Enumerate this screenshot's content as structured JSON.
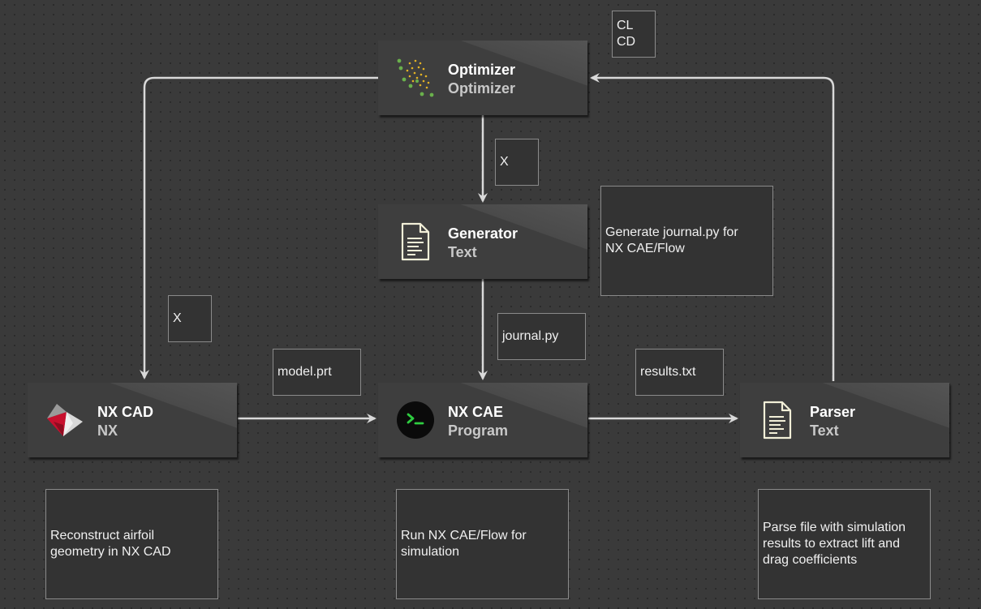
{
  "nodes": {
    "optimizer": {
      "title": "Optimizer",
      "sub": "Optimizer",
      "icon": "scatter-icon"
    },
    "generator": {
      "title": "Generator",
      "sub": "Text",
      "icon": "document-icon"
    },
    "nx_cad": {
      "title": "NX CAD",
      "sub": "NX",
      "icon": "nx-logo-icon"
    },
    "nx_cae": {
      "title": "NX CAE",
      "sub": "Program",
      "icon": "terminal-icon"
    },
    "parser": {
      "title": "Parser",
      "sub": "Text",
      "icon": "document-icon"
    }
  },
  "edge_labels": {
    "cl_cd": "CL\nCD",
    "x_top": "X",
    "x_left": "X",
    "model_prt": "model.prt",
    "journal_py": "journal.py",
    "results_txt": "results.txt"
  },
  "notes": {
    "generator": "Generate journal.py for\nNX CAE/Flow",
    "nx_cad": "Reconstruct airfoil\ngeometry in NX CAD",
    "nx_cae": "Run NX CAE/Flow for\nsimulation",
    "parser": "Parse file with simulation\nresults to extract lift and\ndrag coefficients"
  },
  "colors": {
    "background": "#3a3a3a",
    "node": "#3e3e3e",
    "wire": "#d9d9d9",
    "scatter_green": "#6ab04c",
    "scatter_yellow": "#e3b324",
    "nx_red": "#c8102e",
    "terminal_green": "#2ecc40"
  }
}
